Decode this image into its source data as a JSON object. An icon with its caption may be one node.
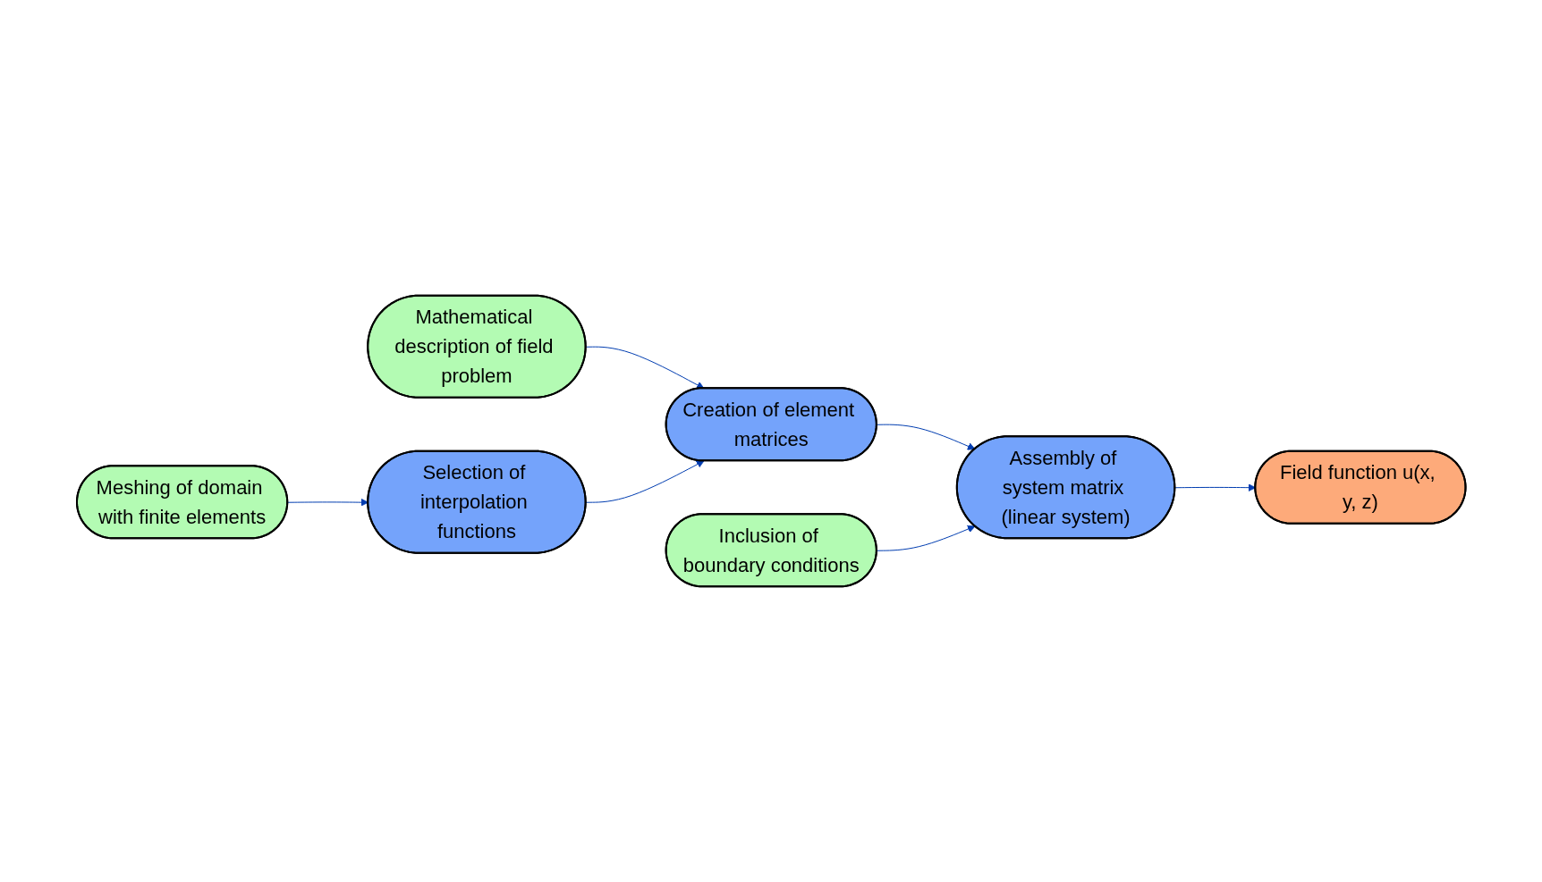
{
  "diagram": {
    "nodes": [
      {
        "text": [
          "Mathematical description of field problem"
        ]
      },
      {
        "text": [
          "Creation of element matrices"
        ]
      },
      {
        "text": [
          "Inclusion of boundary conditions"
        ]
      },
      {
        "text": [
          "Assembly of system matrix (linear system)"
        ]
      },
      {
        "text": [
          "Meshing of domain with finite elements"
        ]
      },
      {
        "text": [
          "Selection of interpolation functions"
        ]
      },
      {
        "text": [
          "Field function u(x, y, z)"
        ]
      }
    ],
    "edges": [
      {
        "from": 0,
        "to": 1,
        "arrow": "to"
      },
      {
        "from": 4,
        "to": 5,
        "arrow": "to"
      },
      {
        "from": 5,
        "to": 1,
        "arrow": "to"
      },
      {
        "from": 1,
        "to": 3,
        "arrow": "to"
      },
      {
        "from": 2,
        "to": 3,
        "arrow": "to"
      },
      {
        "from": 3,
        "to": 6,
        "arrow": "to"
      }
    ]
  }
}
